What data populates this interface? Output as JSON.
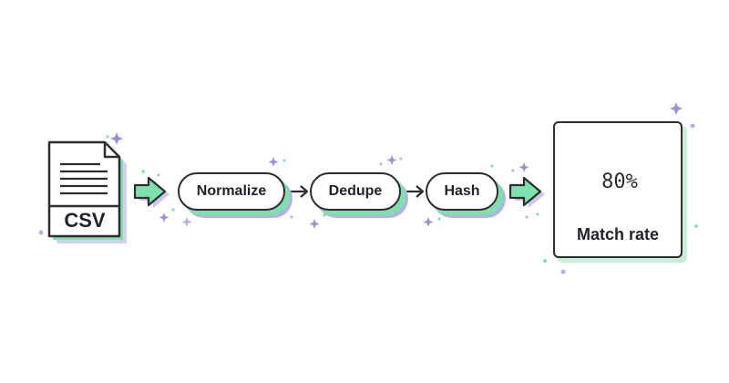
{
  "input": {
    "label": "CSV"
  },
  "steps": [
    {
      "label": "Normalize"
    },
    {
      "label": "Dedupe"
    },
    {
      "label": "Hash"
    }
  ],
  "output": {
    "label": "Match rate",
    "value": "80%",
    "fraction": 0.8
  },
  "colors": {
    "outline": "#2b2d33",
    "accent_green": "#7ee0ad",
    "accent_purple": "#b9aee6",
    "sparkle": "#9b8fd6"
  }
}
